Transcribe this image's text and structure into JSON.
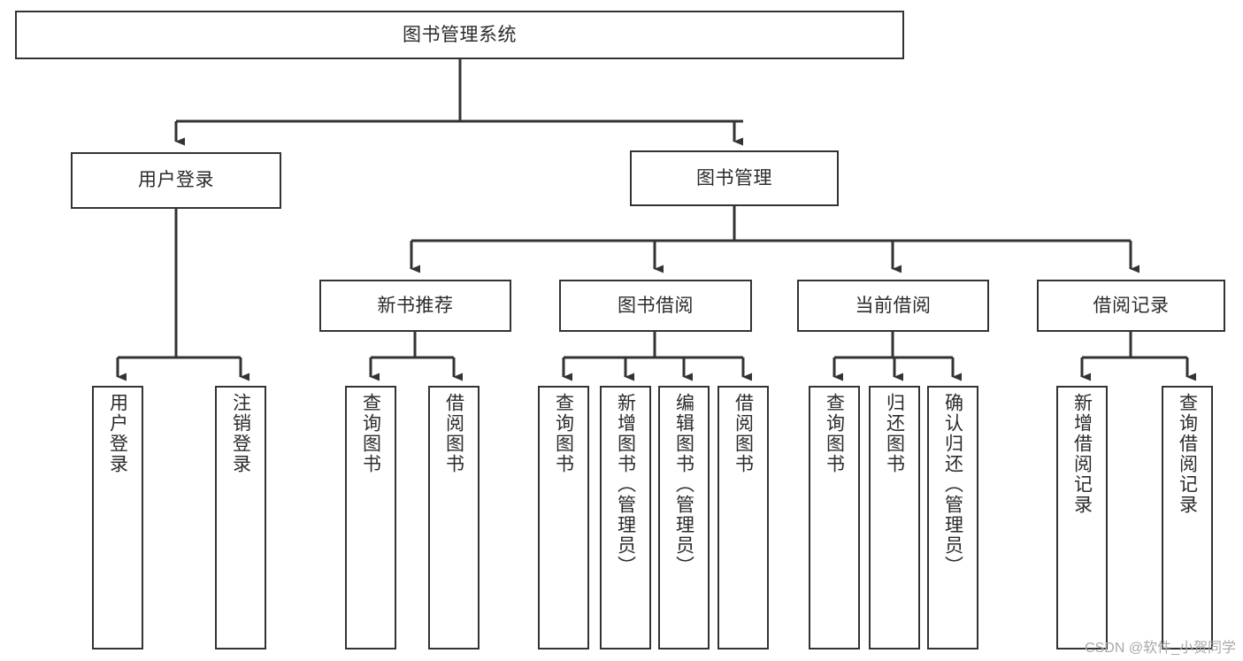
{
  "diagram": {
    "type": "tree",
    "title": "图书管理系统",
    "stroke_color": "#333333",
    "fill_color": "#ffffff",
    "text_color": "#2b2b2b",
    "root": {
      "id": "root",
      "label": "图书管理系统"
    },
    "level2": [
      {
        "id": "user-login",
        "label": "用户登录"
      },
      {
        "id": "book-manage",
        "label": "图书管理"
      }
    ],
    "level3": [
      {
        "id": "new-book-rec",
        "label": "新书推荐",
        "parent": "book-manage"
      },
      {
        "id": "book-borrow",
        "label": "图书借阅",
        "parent": "book-manage"
      },
      {
        "id": "current-borrow",
        "label": "当前借阅",
        "parent": "book-manage"
      },
      {
        "id": "borrow-record",
        "label": "借阅记录",
        "parent": "book-manage"
      }
    ],
    "leaves": [
      {
        "id": "leaf-user-login",
        "label": "用户登录",
        "parent": "user-login"
      },
      {
        "id": "leaf-logout",
        "label": "注销登录",
        "parent": "user-login"
      },
      {
        "id": "leaf-query-book-1",
        "label": "查询图书",
        "parent": "new-book-rec"
      },
      {
        "id": "leaf-borrow-book-1",
        "label": "借阅图书",
        "parent": "new-book-rec"
      },
      {
        "id": "leaf-query-book-2",
        "label": "查询图书",
        "parent": "book-borrow"
      },
      {
        "id": "leaf-add-book",
        "label": "新增图书（管理员）",
        "parent": "book-borrow"
      },
      {
        "id": "leaf-edit-book",
        "label": "编辑图书（管理员）",
        "parent": "book-borrow"
      },
      {
        "id": "leaf-borrow-book-2",
        "label": "借阅图书",
        "parent": "book-borrow"
      },
      {
        "id": "leaf-query-book-3",
        "label": "查询图书",
        "parent": "current-borrow"
      },
      {
        "id": "leaf-return-book",
        "label": "归还图书",
        "parent": "current-borrow"
      },
      {
        "id": "leaf-confirm-return",
        "label": "确认归还（管理员）",
        "parent": "current-borrow"
      },
      {
        "id": "leaf-add-record",
        "label": "新增借阅记录",
        "parent": "borrow-record"
      },
      {
        "id": "leaf-query-record",
        "label": "查询借阅记录",
        "parent": "borrow-record"
      }
    ]
  },
  "watermark": {
    "text": "CSDN @软件_小贺同学"
  }
}
